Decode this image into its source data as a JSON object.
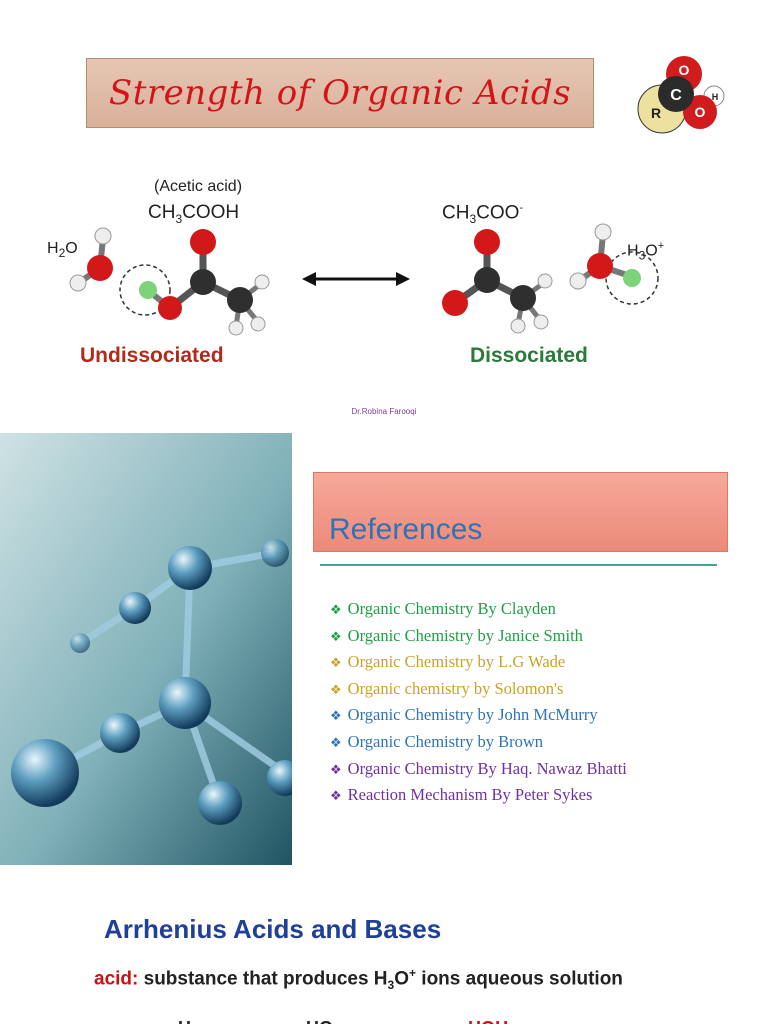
{
  "slide1": {
    "title": "Strength of Organic Acids",
    "logo_letters": {
      "c": "C",
      "o1": "O",
      "o2": "O",
      "h": "H",
      "r": "R"
    },
    "acetic_name": "(Acetic acid)",
    "formula_left": {
      "a": "CH",
      "sub1": "3",
      "b": "COOH"
    },
    "formula_right": {
      "a": "CH",
      "sub1": "3",
      "b": "COO",
      "sup": "-"
    },
    "water_left": {
      "a": "H",
      "sub": "2",
      "b": "O"
    },
    "hydronium": {
      "a": "H",
      "sub": "3",
      "b": "O",
      "sup": "+"
    },
    "undissociated": "Undissociated",
    "dissociated": "Dissociated",
    "author": "Dr.Robina Farooqi",
    "colors": {
      "title_red": "#d7131a",
      "undissociated": "#b22a1a",
      "dissociated": "#2a7a3a"
    }
  },
  "slide2": {
    "heading": "References",
    "references": [
      {
        "text": "Organic Chemistry By Clayden",
        "color": "#1f9e46"
      },
      {
        "text": "Organic Chemistry by Janice Smith",
        "color": "#1f9e46"
      },
      {
        "text": "Organic Chemistry by L.G Wade",
        "color": "#c9a227"
      },
      {
        "text": "Organic chemistry by Solomon's",
        "color": "#c9a227"
      },
      {
        "text": "Organic Chemistry by  John McMurry",
        "color": "#2e74b5"
      },
      {
        "text": "Organic Chemistry by Brown",
        "color": "#2e74b5"
      },
      {
        "text": "Organic Chemistry By Haq. Nawaz Bhatti",
        "color": "#7030a0"
      },
      {
        "text": "Reaction Mechanism By Peter Sykes",
        "color": "#7030a0"
      }
    ],
    "bullet_icon": "diamond-bullet-icon"
  },
  "slide3": {
    "title": "Arrhenius Acids and Bases",
    "acid_keyword": "acid:",
    "acid_def_a": " substance that produces H",
    "acid_def_sub": "3",
    "acid_def_b": "O",
    "acid_def_sup": "+",
    "acid_def_c": " ions aqueous solution",
    "equation_peek": {
      "a": "H",
      "b": "H",
      "c": "O",
      "d": "H",
      "e": "O",
      "f": "H"
    }
  }
}
